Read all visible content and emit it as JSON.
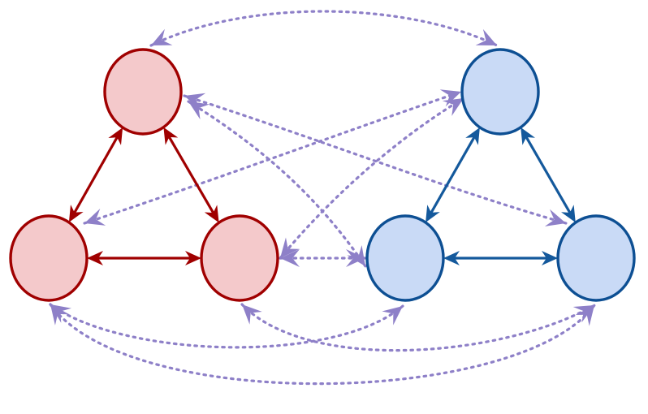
{
  "diagram": {
    "colors": {
      "red_fill": "#f4c9cb",
      "red_stroke": "#a00000",
      "red_edge": "#a00000",
      "blue_fill": "#c9daf6",
      "blue_stroke": "#0d4f93",
      "blue_edge": "#14599c",
      "cross_edge": "#8e80c8",
      "background": "#ffffff"
    },
    "nodes": [
      {
        "id": "red-top",
        "group": "red"
      },
      {
        "id": "red-left",
        "group": "red"
      },
      {
        "id": "red-right",
        "group": "red"
      },
      {
        "id": "blue-top",
        "group": "blue"
      },
      {
        "id": "blue-left",
        "group": "blue"
      },
      {
        "id": "blue-right",
        "group": "blue"
      }
    ],
    "solid_edges": [
      {
        "id": "red-top-left",
        "group": "red",
        "bidirectional": true
      },
      {
        "id": "red-top-right",
        "group": "red",
        "bidirectional": true
      },
      {
        "id": "red-left-right",
        "group": "red",
        "bidirectional": true
      },
      {
        "id": "blue-top-left",
        "group": "blue",
        "bidirectional": true
      },
      {
        "id": "blue-top-right",
        "group": "blue",
        "bidirectional": true
      },
      {
        "id": "blue-left-right",
        "group": "blue",
        "bidirectional": true
      }
    ],
    "dotted_edges": [
      {
        "id": "top-to-top",
        "style": "dotted",
        "bidirectional": true
      },
      {
        "id": "redtop-blueright",
        "style": "dotted",
        "bidirectional": true
      },
      {
        "id": "redtop-blueleft",
        "style": "dotted",
        "bidirectional": true
      },
      {
        "id": "redleft-bluetop",
        "style": "dotted",
        "bidirectional": true
      },
      {
        "id": "redright-bluetop",
        "style": "dotted",
        "bidirectional": true
      },
      {
        "id": "redright-blueleft",
        "style": "dotted",
        "bidirectional": true
      },
      {
        "id": "redleft-blueleft",
        "style": "dotted",
        "bidirectional": true
      },
      {
        "id": "redright-blueright",
        "style": "dotted",
        "bidirectional": true
      },
      {
        "id": "redleft-blueright",
        "style": "dotted",
        "bidirectional": true
      }
    ]
  }
}
